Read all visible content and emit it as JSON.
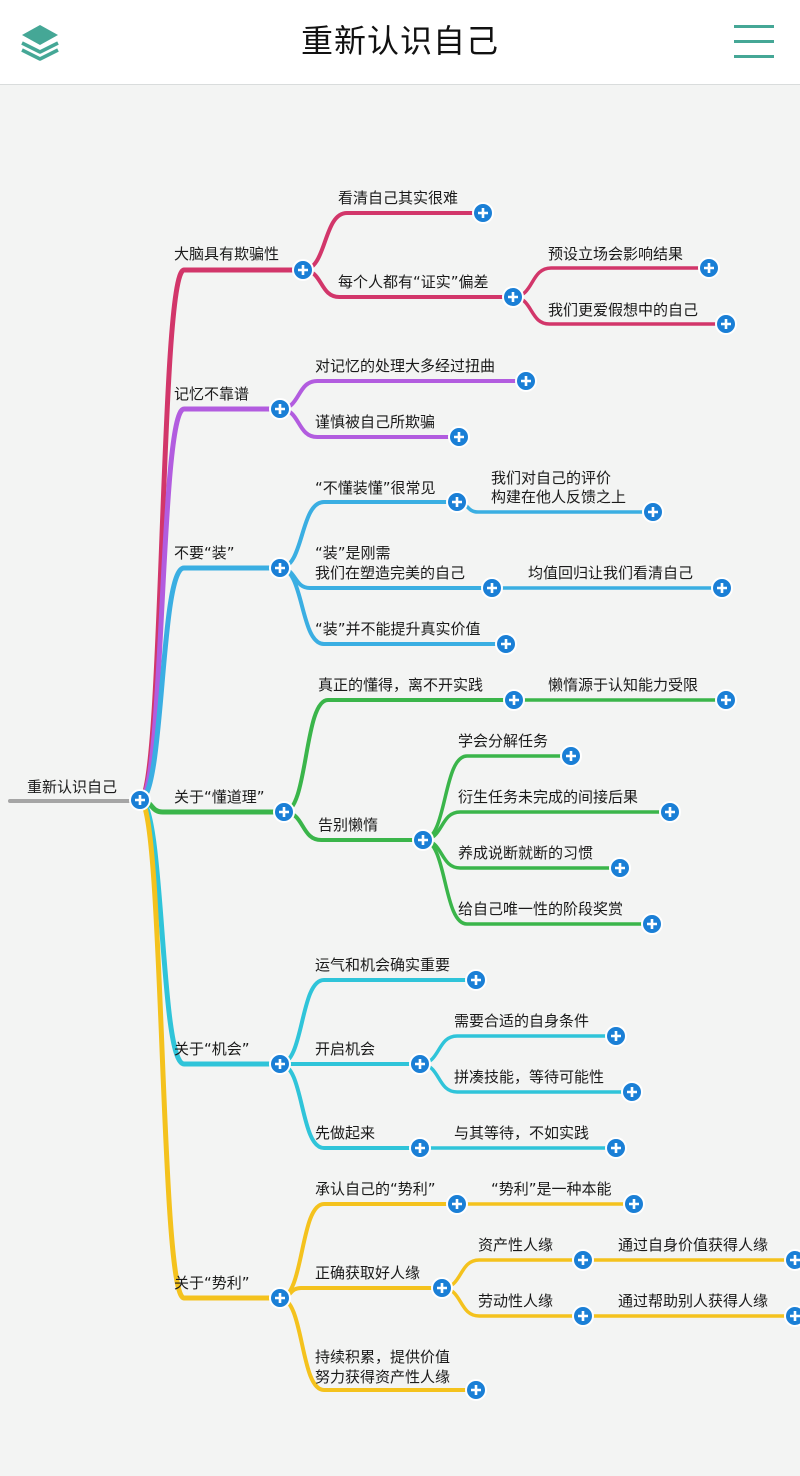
{
  "header": {
    "title": "重新认识自己",
    "layers_icon": "layers-icon",
    "menu_icon": "hamburger-menu-icon"
  },
  "colors": {
    "branch1": "#d2366a",
    "branch2": "#b25cdf",
    "branch3": "#3aaee2",
    "branch4": "#3ab54a",
    "branch5": "#2fc4d9",
    "branch6": "#f4c21d",
    "root_line": "#a5a5a5",
    "expand_button": "#1a7fd6"
  },
  "mindmap": {
    "root": "重新认识自己",
    "branches": [
      {
        "label": "大脑具有欺骗性",
        "children": [
          {
            "label": "看清自己其实很难"
          },
          {
            "label": "每个人都有“证实”偏差",
            "children": [
              {
                "label": "预设立场会影响结果"
              },
              {
                "label": "我们更爱假想中的自己"
              }
            ]
          }
        ]
      },
      {
        "label": "记忆不靠谱",
        "children": [
          {
            "label": "对记忆的处理大多经过扭曲"
          },
          {
            "label": "谨慎被自己所欺骗"
          }
        ]
      },
      {
        "label": "不要“装”",
        "children": [
          {
            "label": "“不懂装懂”很常见",
            "children": [
              {
                "label_lines": [
                  "我们对自己的评价",
                  "构建在他人反馈之上"
                ]
              }
            ]
          },
          {
            "label_lines": [
              "“装”是刚需",
              "我们在塑造完美的自己"
            ],
            "children": [
              {
                "label": "均值回归让我们看清自己"
              }
            ]
          },
          {
            "label": "“装”并不能提升真实价值"
          }
        ]
      },
      {
        "label": "关于“懂道理”",
        "children": [
          {
            "label": "真正的懂得，离不开实践",
            "children": [
              {
                "label": "懒惰源于认知能力受限"
              }
            ]
          },
          {
            "label": "告别懒惰",
            "children": [
              {
                "label": "学会分解任务"
              },
              {
                "label": "衍生任务未完成的间接后果"
              },
              {
                "label": "养成说断就断的习惯"
              },
              {
                "label": "给自己唯一性的阶段奖赏"
              }
            ]
          }
        ]
      },
      {
        "label": "关于“机会”",
        "children": [
          {
            "label": "运气和机会确实重要"
          },
          {
            "label": "开启机会",
            "children": [
              {
                "label": "需要合适的自身条件"
              },
              {
                "label": "拼凑技能，等待可能性"
              }
            ]
          },
          {
            "label": "先做起来",
            "children": [
              {
                "label": "与其等待，不如实践"
              }
            ]
          }
        ]
      },
      {
        "label": "关于“势利”",
        "children": [
          {
            "label": "承认自己的“势利”",
            "children": [
              {
                "label": "“势利”是一种本能"
              }
            ]
          },
          {
            "label": "正确获取好人缘",
            "children": [
              {
                "label": "资产性人缘",
                "children": [
                  {
                    "label": "通过自身价值获得人缘"
                  }
                ]
              },
              {
                "label": "劳动性人缘",
                "children": [
                  {
                    "label": "通过帮助别人获得人缘"
                  }
                ]
              }
            ]
          },
          {
            "label_lines": [
              "持续积累，提供价值",
              "努力获得资产性人缘"
            ]
          }
        ]
      }
    ]
  }
}
